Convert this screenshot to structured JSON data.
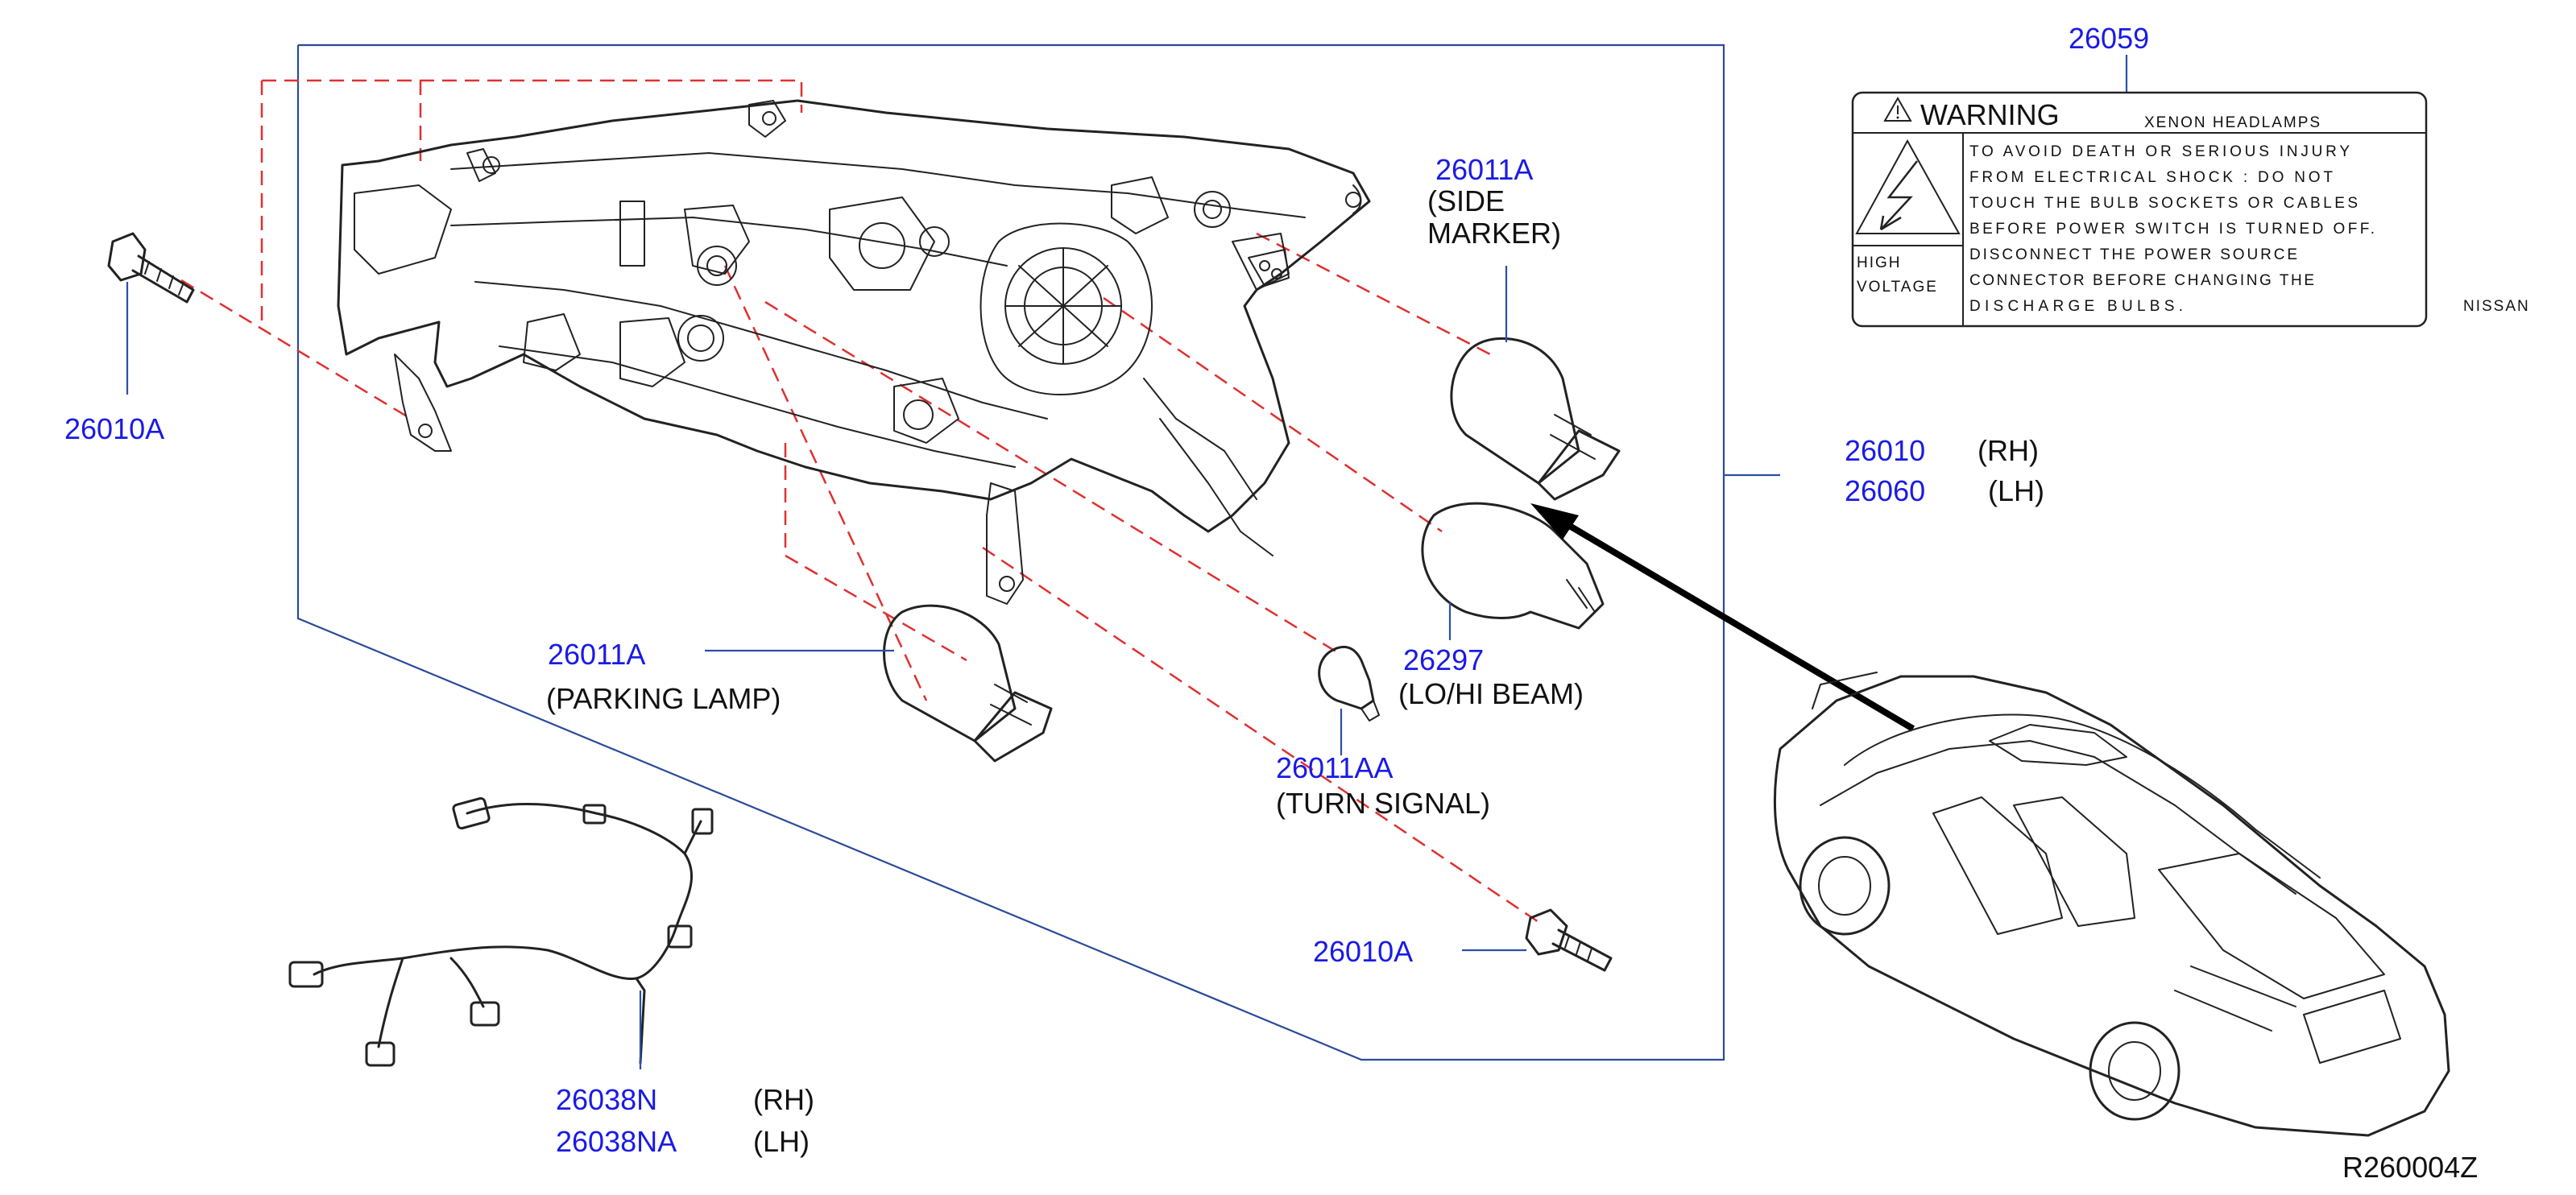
{
  "diagram_code": "R260004Z",
  "warning_label": {
    "part_no": "26059",
    "heading": "WARNING",
    "subheading": "XENON HEADLAMPS",
    "hazard_caption_line1": "HIGH",
    "hazard_caption_line2": "VOLTAGE",
    "lines": [
      "TO AVOID DEATH OR SERIOUS INJURY",
      "FROM ELECTRICAL SHOCK : DO NOT",
      "TOUCH THE BULB SOCKETS OR CABLES",
      "BEFORE POWER SWITCH IS TURNED OFF.",
      "DISCONNECT THE POWER SOURCE",
      "CONNECTOR BEFORE CHANGING THE",
      "DISCHARGE BULBS."
    ],
    "brand": "NISSAN"
  },
  "parts": {
    "bolt_upper": {
      "part_no": "26010A"
    },
    "bolt_lower": {
      "part_no": "26010A"
    },
    "side_marker": {
      "part_no": "26011A",
      "desc_line1": "(SIDE",
      "desc_line2": "MARKER)"
    },
    "parking_lamp": {
      "part_no": "26011A",
      "desc": "(PARKING LAMP)"
    },
    "beam_bulb": {
      "part_no": "26297",
      "desc": "(LO/HI BEAM)"
    },
    "turn_signal": {
      "part_no": "26011AA",
      "desc": "(TURN SIGNAL)"
    },
    "headlamp_rh": {
      "part_no": "26010",
      "side": "(RH)"
    },
    "headlamp_lh": {
      "part_no": "26060",
      "side": "(LH)"
    },
    "harness_rh": {
      "part_no": "26038N",
      "side": "(RH)"
    },
    "harness_lh": {
      "part_no": "26038NA",
      "side": "(LH)"
    }
  },
  "colors": {
    "part_number": "#1a1ae6",
    "leader": "#2a4fa8",
    "dashed_guide": "#e03030",
    "line_art": "#222222"
  },
  "icons": [
    "warning-triangle-icon",
    "high-voltage-icon"
  ]
}
